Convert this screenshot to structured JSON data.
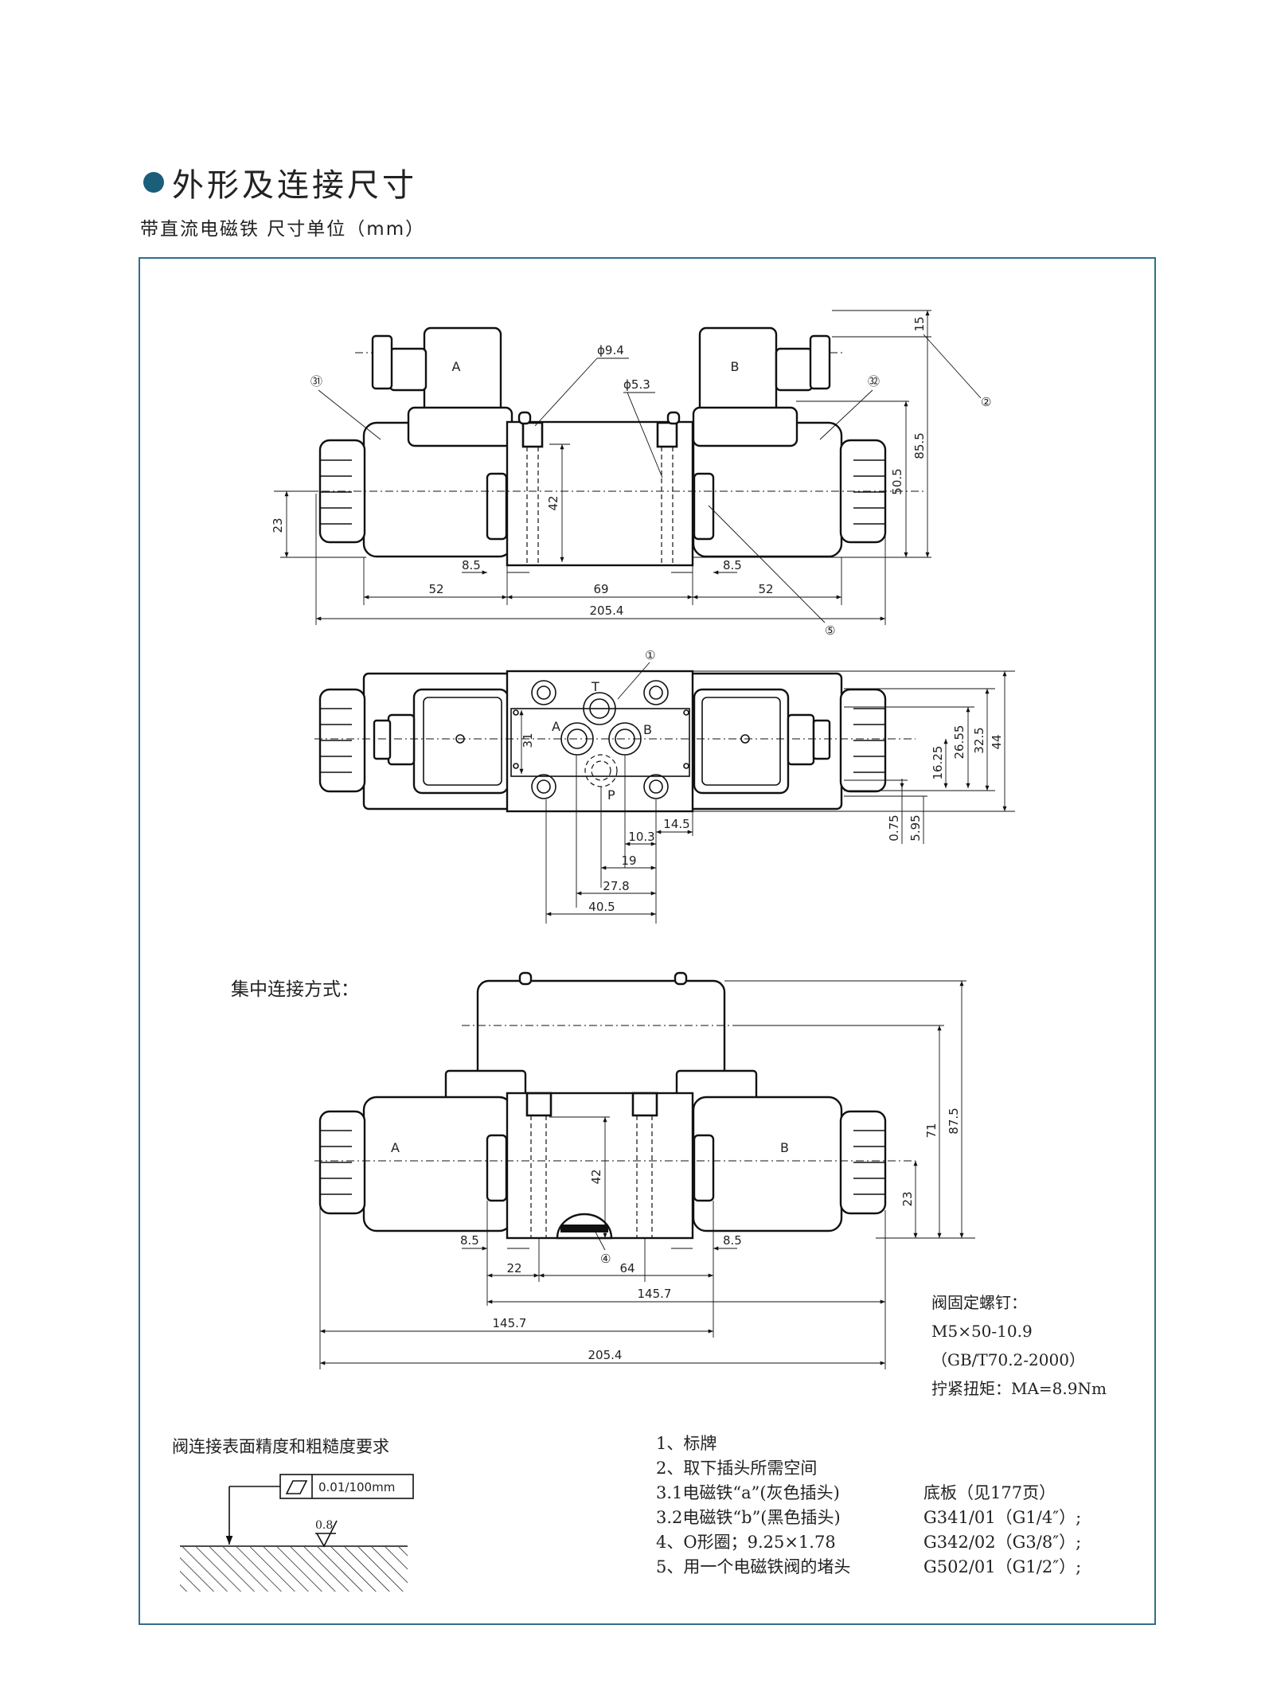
{
  "header": {
    "title": "外形及连接尺寸",
    "subtitle": "带直流电磁铁  尺寸单位（mm）"
  },
  "top_view": {
    "coil_a": "A",
    "coil_b": "B",
    "callouts": [
      "㉛",
      "㉜",
      "②",
      "⑤"
    ],
    "dims": {
      "phi94": "ϕ9.4",
      "phi53": "ϕ5.3",
      "d15": "15",
      "d855": "85.5",
      "d505": "50.5",
      "d42": "42",
      "d23": "23",
      "d85l": "8.5",
      "d85r": "8.5",
      "d52l": "52",
      "d69": "69",
      "d52r": "52",
      "d2054": "205.4"
    }
  },
  "plan_view": {
    "callout": "①",
    "ports": {
      "t": "T",
      "a": "A",
      "b": "B",
      "p": "P"
    },
    "dims": {
      "d31": "31",
      "d1625": "16.25",
      "d2655": "26.55",
      "d325": "32.5",
      "d44": "44",
      "d075": "0.75",
      "d595": "5.95",
      "d145": "14.5",
      "d103": "10.3",
      "d19": "19",
      "d278": "27.8",
      "d405": "40.5"
    }
  },
  "central_view": {
    "label": "集中连接方式：",
    "coil_a": "A",
    "coil_b": "B",
    "callout": "④",
    "dims": {
      "d42": "42",
      "d71": "71",
      "d875": "87.5",
      "d23": "23",
      "d85l": "8.5",
      "d85r": "8.5",
      "d22": "22",
      "d64": "64",
      "d1457a": "145.7",
      "d1457b": "145.7",
      "d2054": "205.4"
    }
  },
  "screw_spec": {
    "lines": [
      "阀固定螺钉：",
      "M5×50-10.9",
      "（GB/T70.2-2000）",
      "拧紧扭矩：MA=8.9Nm"
    ]
  },
  "surface": {
    "title": "阀连接表面精度和粗糙度要求",
    "tolerance": "0.01/100mm",
    "roughness": "0.8"
  },
  "notes": {
    "left": [
      "1、标牌",
      "2、取下插头所需空间",
      "3.1电磁铁“a”(灰色插头)",
      "3.2电磁铁“b”(黑色插头)",
      "4、O形圈；9.25×1.78",
      "5、用一个电磁铁阀的堵头"
    ],
    "right": [
      "底板（见177页）",
      "G341/01（G1/4″）;",
      "G342/02（G3/8″）;",
      "G502/01（G1/2″）;"
    ]
  }
}
